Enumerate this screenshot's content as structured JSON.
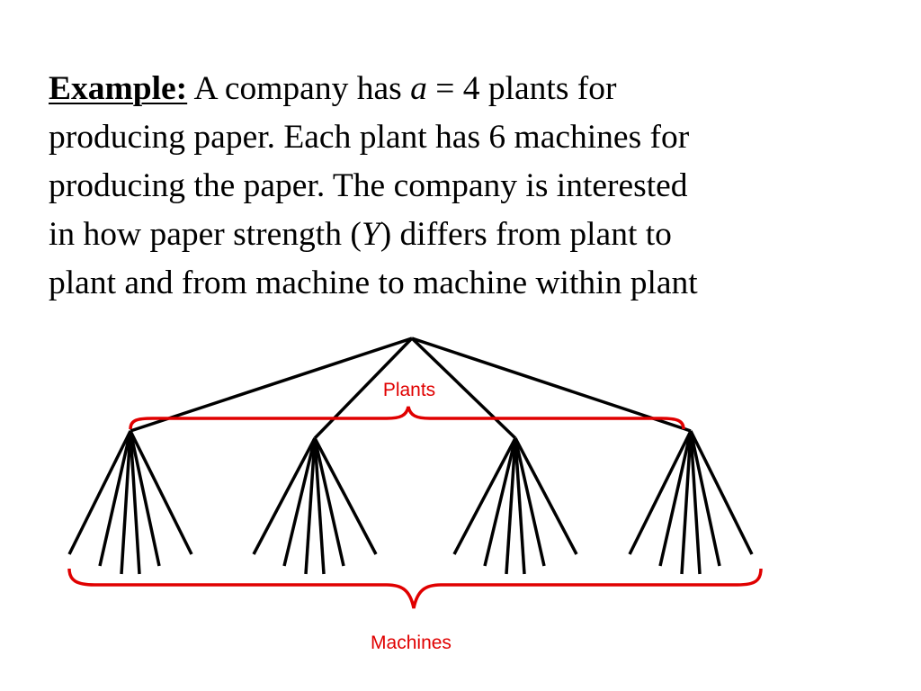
{
  "statement": {
    "lead": "Example:",
    "line1_a": " A company has ",
    "line1_var": "a",
    "line1_b": " = 4 plants for",
    "line2": "producing paper.  Each plant has 6 machines for",
    "line3": "producing the paper.  The company is interested",
    "line4_a": "in how paper strength (",
    "line4_var": "Y",
    "line4_b": ") differs from plant to",
    "line5": "plant and from machine to machine within plant"
  },
  "diagram": {
    "plants_label": "Plants",
    "machines_label": "Machines",
    "plant_count": 4,
    "machines_per_plant": 6,
    "edge_color": "#000000",
    "brace_color": "#e00000"
  }
}
